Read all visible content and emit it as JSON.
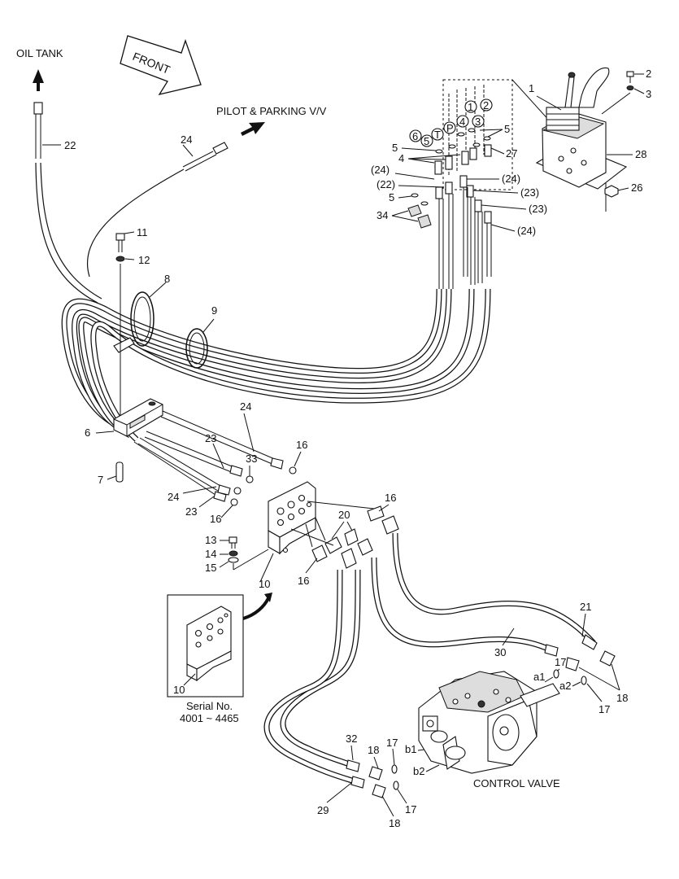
{
  "destinations": {
    "oil_tank": "OIL TANK",
    "pilot_parking": "PILOT & PARKING V/V",
    "front": "FRONT",
    "control_valve": "CONTROL VALVE"
  },
  "inset": {
    "serial_line1": "Serial No.",
    "serial_line2": "4001 ~ 4465",
    "part_label": "10"
  },
  "callouts": {
    "c1": "1",
    "c2": "2",
    "c3": "3",
    "c4a": "4",
    "c4b": "4",
    "c5a": "5",
    "c5b": "5",
    "c5c": "5",
    "c6": "6",
    "c7": "7",
    "c8": "8",
    "c9": "9",
    "c10": "10",
    "c11": "11",
    "c12": "12",
    "c13": "13",
    "c14": "14",
    "c15": "15",
    "c16a": "16",
    "c16b": "16",
    "c16c": "16",
    "c16d": "16",
    "c17a": "17",
    "c17b": "17",
    "c17c": "17",
    "c17d": "17",
    "c18a": "18",
    "c18b": "18",
    "c18c": "18",
    "c20": "20",
    "c21": "21",
    "c22": "22",
    "c23a": "23",
    "c23b": "23",
    "c24a": "24",
    "c24b": "24",
    "c24c": "24",
    "c26": "26",
    "c27": "27",
    "c28": "28",
    "c29": "29",
    "c30": "30",
    "c32": "32",
    "c33": "33",
    "c34": "34",
    "p24a": "(24)",
    "p22": "(22)",
    "p24b": "(24)",
    "p23a": "(23)",
    "p23b": "(23)",
    "p24c": "(24)",
    "port_a1": "a1",
    "port_a2": "a2",
    "port_b1": "b1",
    "port_b2": "b2"
  },
  "port_circles": [
    "1",
    "2",
    "3",
    "4",
    "P",
    "T",
    "5",
    "6"
  ]
}
